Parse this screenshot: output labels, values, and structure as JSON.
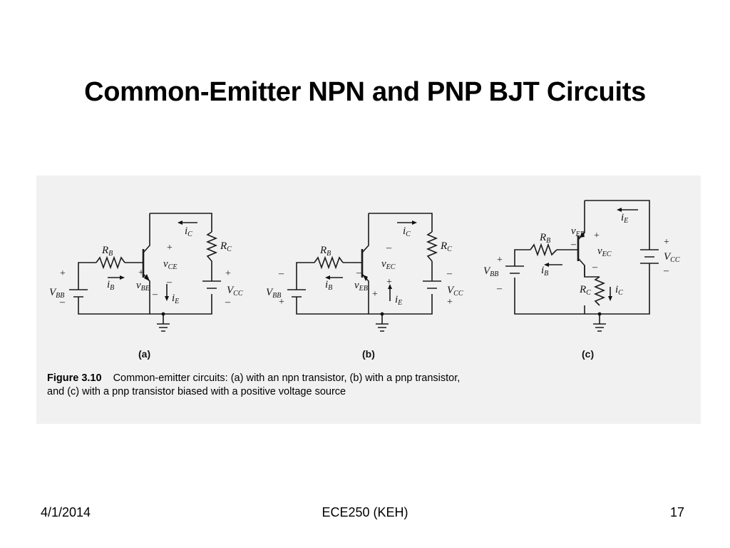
{
  "slide": {
    "title": "Common-Emitter NPN and PNP BJT Circuits",
    "footer": {
      "date": "4/1/2014",
      "course": "ECE250 (KEH)",
      "page": "17"
    }
  },
  "figure": {
    "label": "Figure 3.10",
    "caption_line1": "Common-emitter circuits: (a) with an npn transistor, (b) with a pnp transistor,",
    "caption_line2": "and (c) with a pnp transistor biased with a positive voltage source",
    "circuits": [
      {
        "label": "(a)",
        "type": "npn",
        "components": {
          "RB": [
            "R",
            "B"
          ],
          "RC": [
            "R",
            "C"
          ],
          "VBB": [
            "V",
            "BB"
          ],
          "VCC": [
            "V",
            "CC"
          ],
          "iB": [
            "i",
            "B"
          ],
          "iC": [
            "i",
            "C"
          ],
          "iE": [
            "i",
            "E"
          ],
          "vBE": [
            "v",
            "BE"
          ],
          "vCE": [
            "v",
            "CE"
          ]
        }
      },
      {
        "label": "(b)",
        "type": "pnp",
        "components": {
          "RB": [
            "R",
            "B"
          ],
          "RC": [
            "R",
            "C"
          ],
          "VBB": [
            "V",
            "BB"
          ],
          "VCC": [
            "V",
            "CC"
          ],
          "iB": [
            "i",
            "B"
          ],
          "iC": [
            "i",
            "C"
          ],
          "iE": [
            "i",
            "E"
          ],
          "vEB": [
            "v",
            "EB"
          ],
          "vEC": [
            "v",
            "EC"
          ]
        }
      },
      {
        "label": "(c)",
        "type": "pnp",
        "components": {
          "RB": [
            "R",
            "B"
          ],
          "RC": [
            "R",
            "C"
          ],
          "VBB": [
            "V",
            "BB"
          ],
          "VCC": [
            "V",
            "CC"
          ],
          "iB": [
            "i",
            "B"
          ],
          "iC": [
            "i",
            "C"
          ],
          "iE": [
            "i",
            "E"
          ],
          "vEB": [
            "v",
            "EB"
          ],
          "vEC": [
            "v",
            "EC"
          ]
        }
      }
    ],
    "signs": {
      "plus": "+",
      "minus": "–"
    }
  }
}
